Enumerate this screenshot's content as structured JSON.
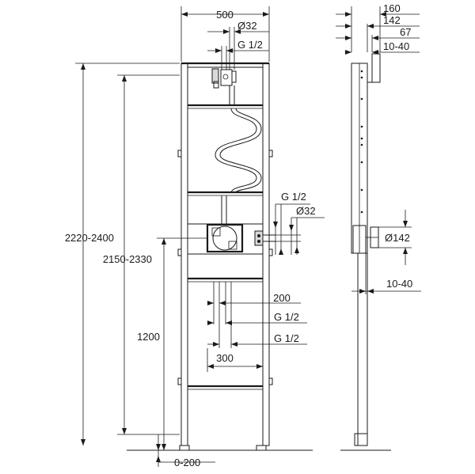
{
  "front_view": {
    "width_label": "500",
    "top_pipe_diameter": "Ø32",
    "top_thread": "G 1/2",
    "overall_height_range": "2220-2400",
    "inner_height_range": "2150-2330",
    "outlet_height": "1200",
    "outlet_spacing_small": "200",
    "outlet_spacing_large": "300",
    "thread_left": "G 1/2",
    "thread_right": "G 1/2",
    "mid_thread": "G 1/2",
    "mid_diameter": "Ø32",
    "foot_adjust": "0-200"
  },
  "side_view": {
    "depth_160": "160",
    "depth_142": "142",
    "depth_67": "67",
    "adjust_top": "10-40",
    "outlet_diameter": "Ø142",
    "adjust_bottom": "10-40"
  }
}
